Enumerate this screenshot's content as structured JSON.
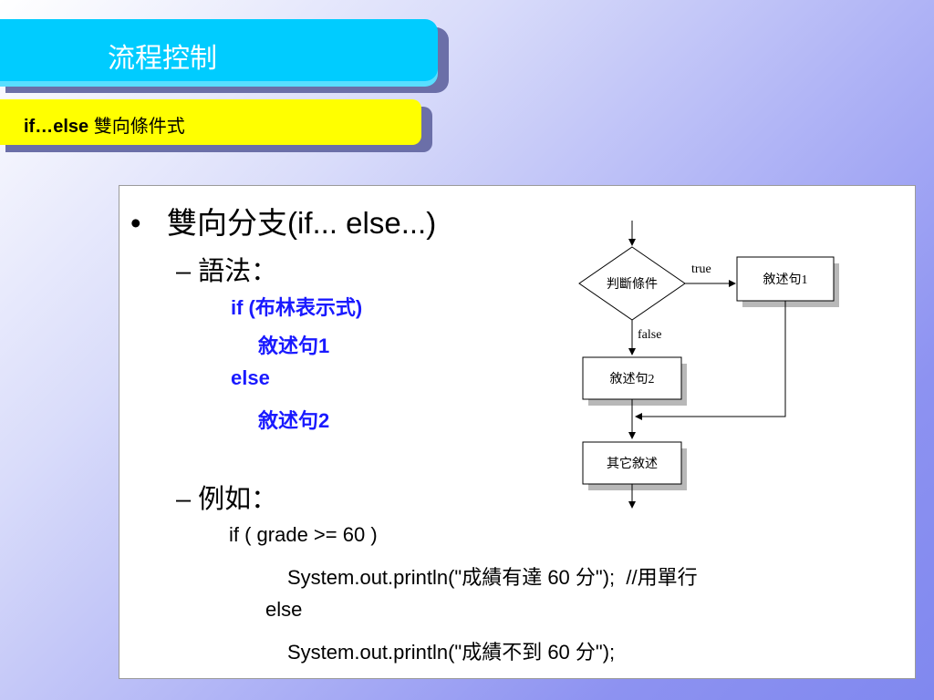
{
  "title": "流程控制",
  "subtitle": {
    "bold": "if…else",
    "text": "雙向條件式"
  },
  "content": {
    "bullet_symbol": "•",
    "heading": "雙向分支(if... else...)",
    "syntax_label": "– 語法：",
    "syntax_lines": [
      "if (布林表示式)",
      "敘述句1",
      "else",
      "敘述句2"
    ],
    "example_label": "– 例如：",
    "code_lines": [
      "if ( grade >= 60 )",
      "System.out.println(\"成績有達 60 分\");  //用單行",
      "else",
      "System.out.println(\"成績不到 60 分\");"
    ]
  },
  "flowchart": {
    "condition": "判斷條件",
    "true_label": "true",
    "false_label": "false",
    "statement1": "敘述句1",
    "statement2": "敘述句2",
    "other": "其它敘述"
  }
}
